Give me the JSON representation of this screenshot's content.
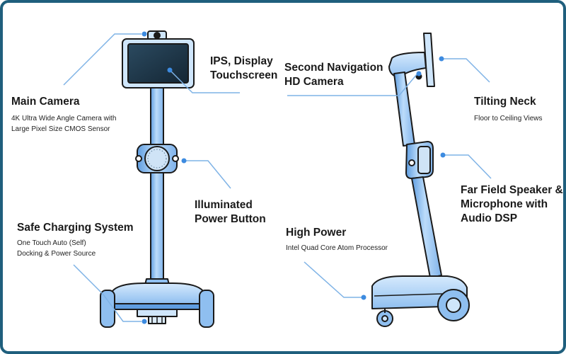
{
  "callouts": {
    "main_camera": {
      "title": "Main Camera",
      "desc": [
        "4K Ultra Wide Angle Camera with",
        "Large Pixel Size CMOS Sensor"
      ]
    },
    "ips_display": {
      "title": [
        "IPS, Display",
        "Touchscreen"
      ]
    },
    "power_button": {
      "title": [
        "Illuminated",
        "Power Button"
      ]
    },
    "safe_charging": {
      "title": "Safe Charging System",
      "desc": [
        "One Touch Auto (Self)",
        "Docking & Power Source"
      ]
    },
    "nav_camera": {
      "title": [
        "Second Navigation",
        "HD Camera"
      ]
    },
    "tilting_neck": {
      "title": "Tilting Neck",
      "desc": [
        "Floor to Ceiling Views"
      ]
    },
    "speaker_mic": {
      "title": [
        "Far Field Speaker &",
        "Microphone with",
        "Audio DSP"
      ]
    },
    "high_power": {
      "title": "High Power",
      "desc": [
        "Intel Quad Core Atom Processor"
      ]
    }
  },
  "colors": {
    "frame": "#1f5f7d",
    "robot_blue": "#a9cdf3",
    "robot_blue_dark": "#5f9de0",
    "outline": "#1a1a1a",
    "leader_line": "#7fb3e6",
    "screen": "#1f3646"
  }
}
